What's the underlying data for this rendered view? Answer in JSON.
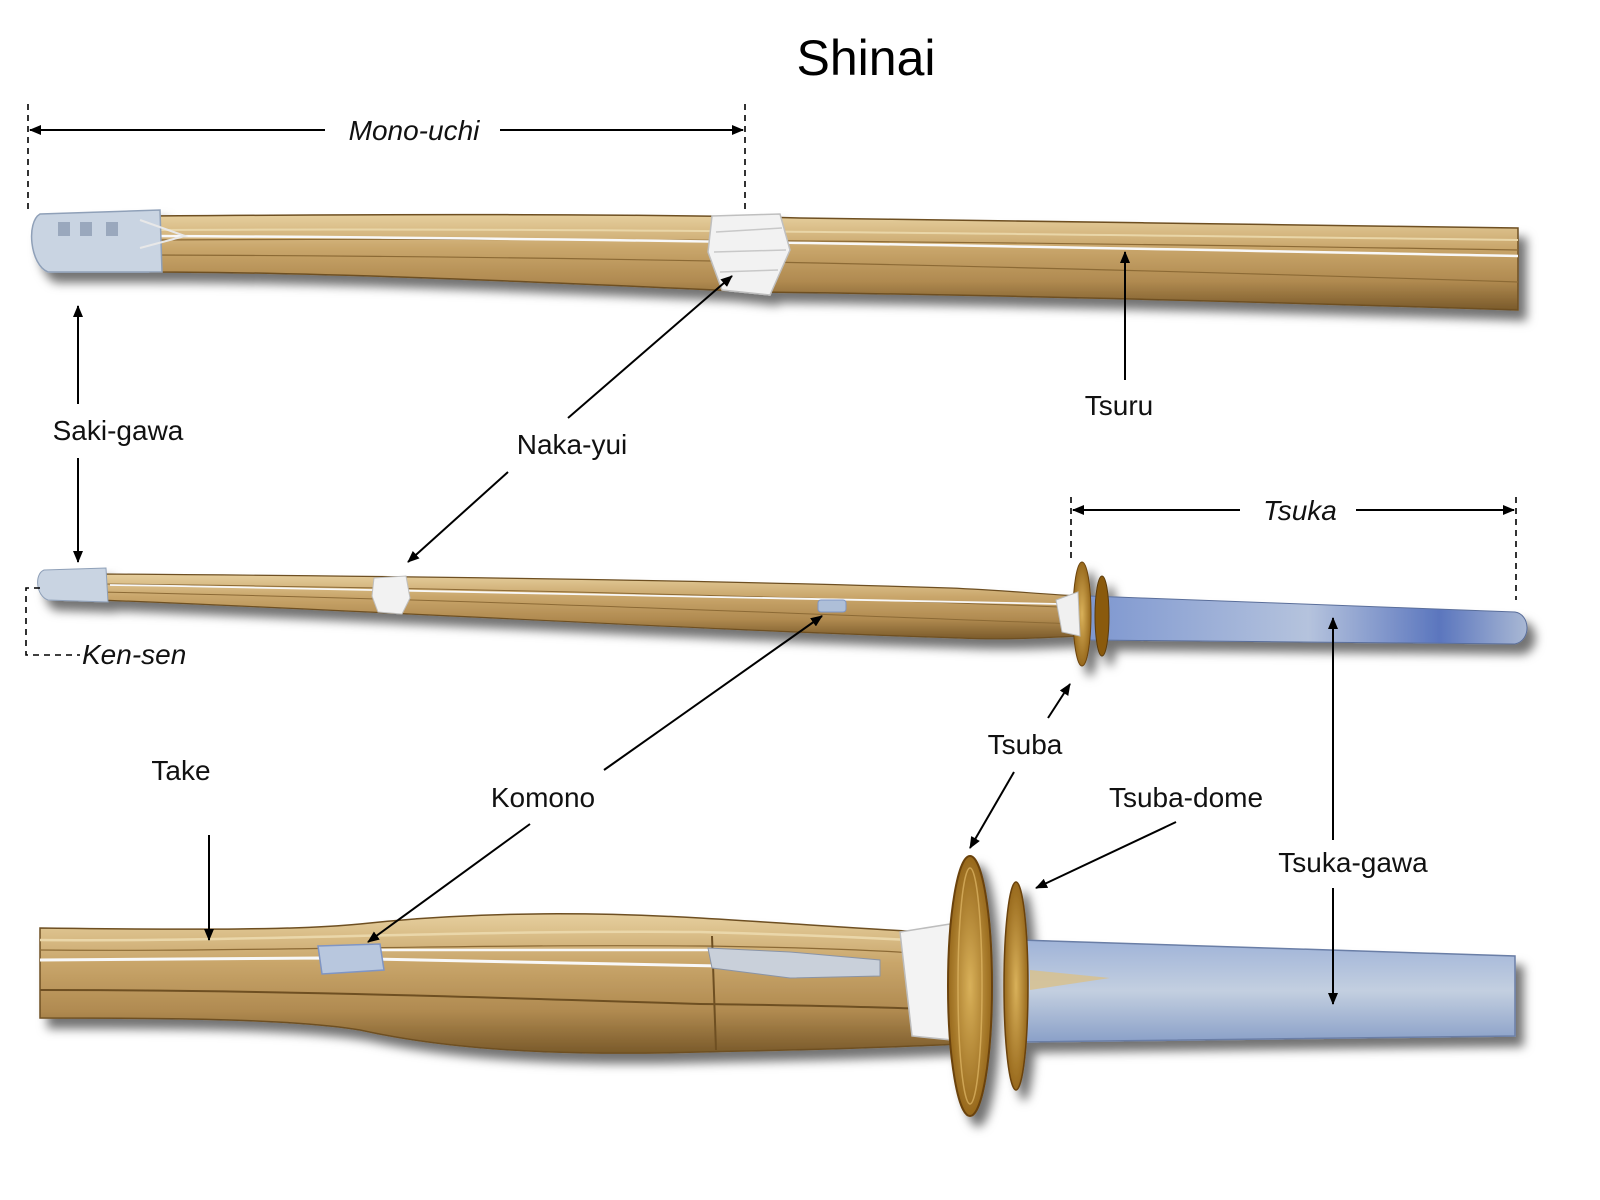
{
  "title": "Shinai",
  "labels": {
    "mono_uchi": "Mono-uchi",
    "saki_gawa": "Saki-gawa",
    "naka_yui": "Naka-yui",
    "tsuru": "Tsuru",
    "tsuka": "Tsuka",
    "ken_sen": "Ken-sen",
    "take": "Take",
    "komono": "Komono",
    "tsuba": "Tsuba",
    "tsuba_dome": "Tsuba-dome",
    "tsuka_gawa": "Tsuka-gawa"
  },
  "colors": {
    "bamboo": "#c9a66b",
    "bamboo_dark": "#8c6a36",
    "leather": "#7f95c4",
    "leather_light": "#c3cfe0",
    "tsuba": "#b8862a",
    "string": "#f4f4f4"
  }
}
